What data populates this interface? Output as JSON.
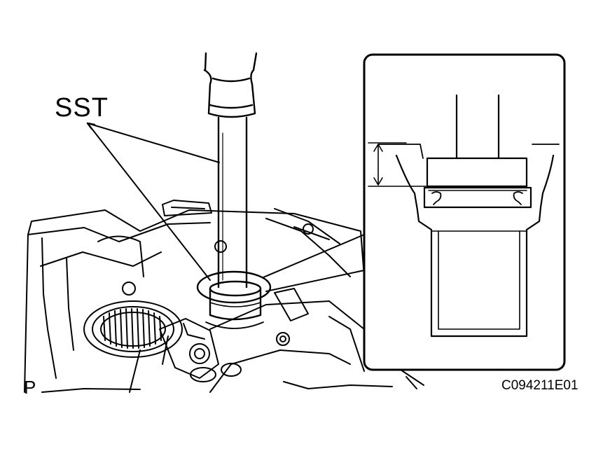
{
  "callouts": {
    "tool_label": "SST"
  },
  "footer": {
    "view_letter": "P",
    "figure_code": "C094211E01"
  }
}
